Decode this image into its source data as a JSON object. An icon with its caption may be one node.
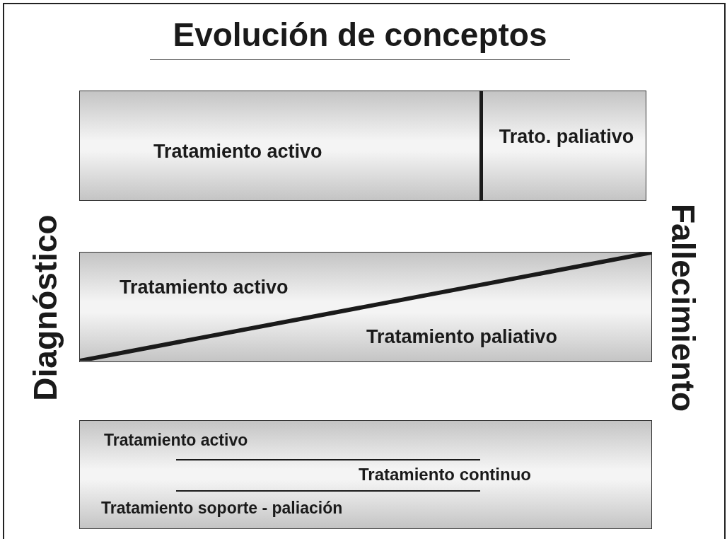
{
  "diagram": {
    "title": "Evolución de conceptos",
    "nodes": [
      {
        "text": [
          "Tratamiento activo"
        ]
      },
      {
        "text": [
          "Trato. paliativo"
        ]
      },
      {
        "text": [
          "Tratamiento activo",
          "Tratamiento paliativo"
        ]
      },
      {
        "text": [
          "Tratamiento activo",
          "Tratamiento continuo",
          "Tratamiento soporte - paliación"
        ]
      }
    ],
    "labels": [
      "Diagnóstico",
      "Fallecimiento"
    ]
  }
}
